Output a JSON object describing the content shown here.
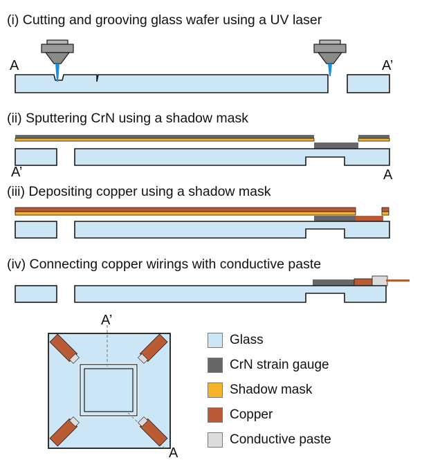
{
  "steps": [
    {
      "label": "(i) Cutting and grooving glass wafer using a UV laser"
    },
    {
      "label": "(ii) Sputtering CrN using a shadow mask"
    },
    {
      "label": "(iii) Depositing copper using a shadow mask"
    },
    {
      "label": "(iv) Connecting copper wirings with conductive paste"
    }
  ],
  "section_labels": {
    "a": "A",
    "a_prime": "A’"
  },
  "legend": [
    {
      "name": "Glass",
      "color": "#cde6f5"
    },
    {
      "name": "CrN strain gauge",
      "color": "#676767"
    },
    {
      "name": "Shadow mask",
      "color": "#f6b22a"
    },
    {
      "name": "Copper",
      "color": "#b95c36"
    },
    {
      "name": "Conductive paste",
      "color": "#dcdcdc"
    }
  ],
  "colors": {
    "outline": "#1a1a1a",
    "laser_beam": "#1c8fd6",
    "laser_head": "#8a8a8a"
  }
}
